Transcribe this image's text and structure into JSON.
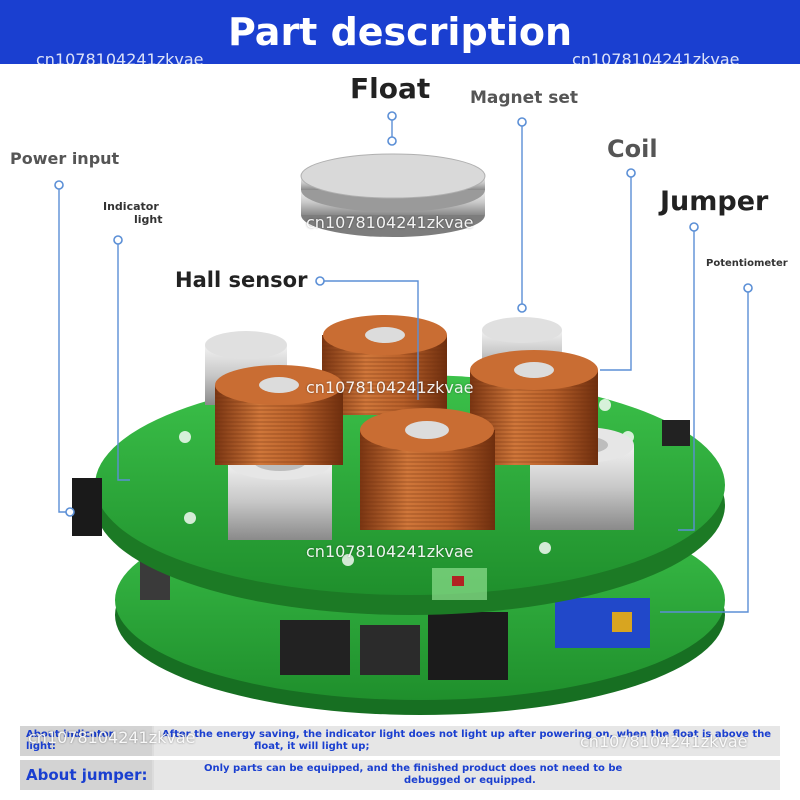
{
  "banner": {
    "title": "Part description",
    "color": "#1a3fd0"
  },
  "watermark": "cn1078104241zkvae",
  "labels": {
    "float": "Float",
    "magnet_set": "Magnet set",
    "coil": "Coil",
    "jumper": "Jumper",
    "power_input": "Power input",
    "indicator_light_line1": "Indicator",
    "indicator_light_line2": "light",
    "hall_sensor": "Hall sensor",
    "potentiometer": "Potentiometer"
  },
  "table": {
    "row1": {
      "head_line1": "About indicator",
      "head_line2": "light:",
      "body_line1": "After the energy saving, the indicator light does not light up after powering on, when the float is above the",
      "body_line2": "float, it will light up;"
    },
    "row2": {
      "head": "About jumper:",
      "body_line1": "Only parts can be equipped, and the finished product does not need to be",
      "body_line2": "debugged or equipped."
    }
  },
  "colors": {
    "pcb_green": "#2fae3a",
    "copper": "#b8602a",
    "callout_line": "#5b8fd6"
  }
}
